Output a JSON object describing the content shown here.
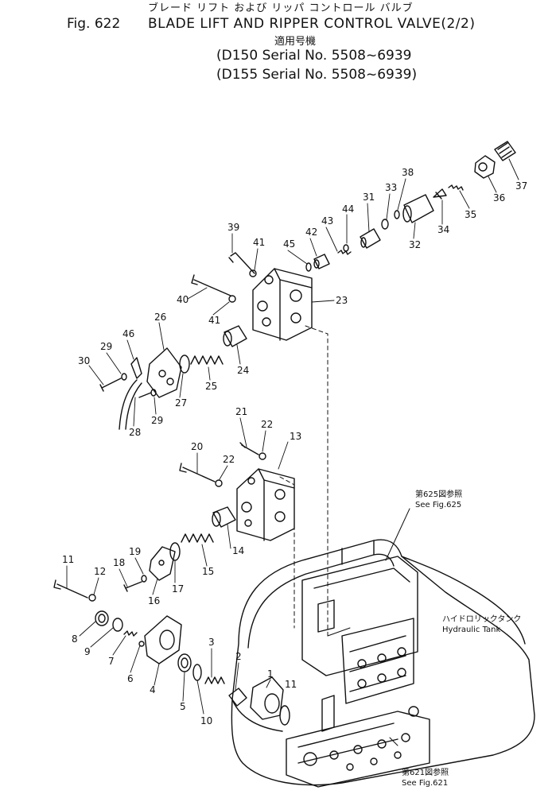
{
  "header": {
    "title_jp": "ブレード リフト および リッパ コントロール バルブ",
    "fig_label": "Fig. 622",
    "title_en": "BLADE LIFT AND RIPPER CONTROL VALVE(2/2)",
    "applicable_jp": "適用号機",
    "serial_1": "(D150 Serial No. 5508~6939",
    "serial_2": "(D155 Serial No. 5508~6939)"
  },
  "references": {
    "fig625_jp": "第625図参照",
    "fig625_en": "See Fig.625",
    "tank_jp": "ハイドロリックタンク",
    "tank_en": "Hydraulic Tank",
    "fig621_jp": "第621図参照",
    "fig621_en": "See Fig.621"
  },
  "part_numbers": {
    "p1": "1",
    "p2": "2",
    "p3": "3",
    "p4": "4",
    "p5": "5",
    "p6": "6",
    "p7": "7",
    "p8": "8",
    "p9": "9",
    "p10": "10",
    "p11a": "11",
    "p11b": "11",
    "p12": "12",
    "p13": "13",
    "p14": "14",
    "p15": "15",
    "p16": "16",
    "p17": "17",
    "p18": "18",
    "p19": "19",
    "p20": "20",
    "p21": "21",
    "p22a": "22",
    "p22b": "22",
    "p23": "23",
    "p24": "24",
    "p25": "25",
    "p26": "26",
    "p27": "27",
    "p28": "28",
    "p29a": "29",
    "p29b": "29",
    "p30": "30",
    "p31": "31",
    "p32": "32",
    "p33": "33",
    "p34": "34",
    "p35": "35",
    "p36": "36",
    "p37": "37",
    "p38": "38",
    "p39": "39",
    "p40": "40",
    "p41a": "41",
    "p41b": "41",
    "p42": "42",
    "p43": "43",
    "p44": "44",
    "p45": "45",
    "p46": "46"
  }
}
